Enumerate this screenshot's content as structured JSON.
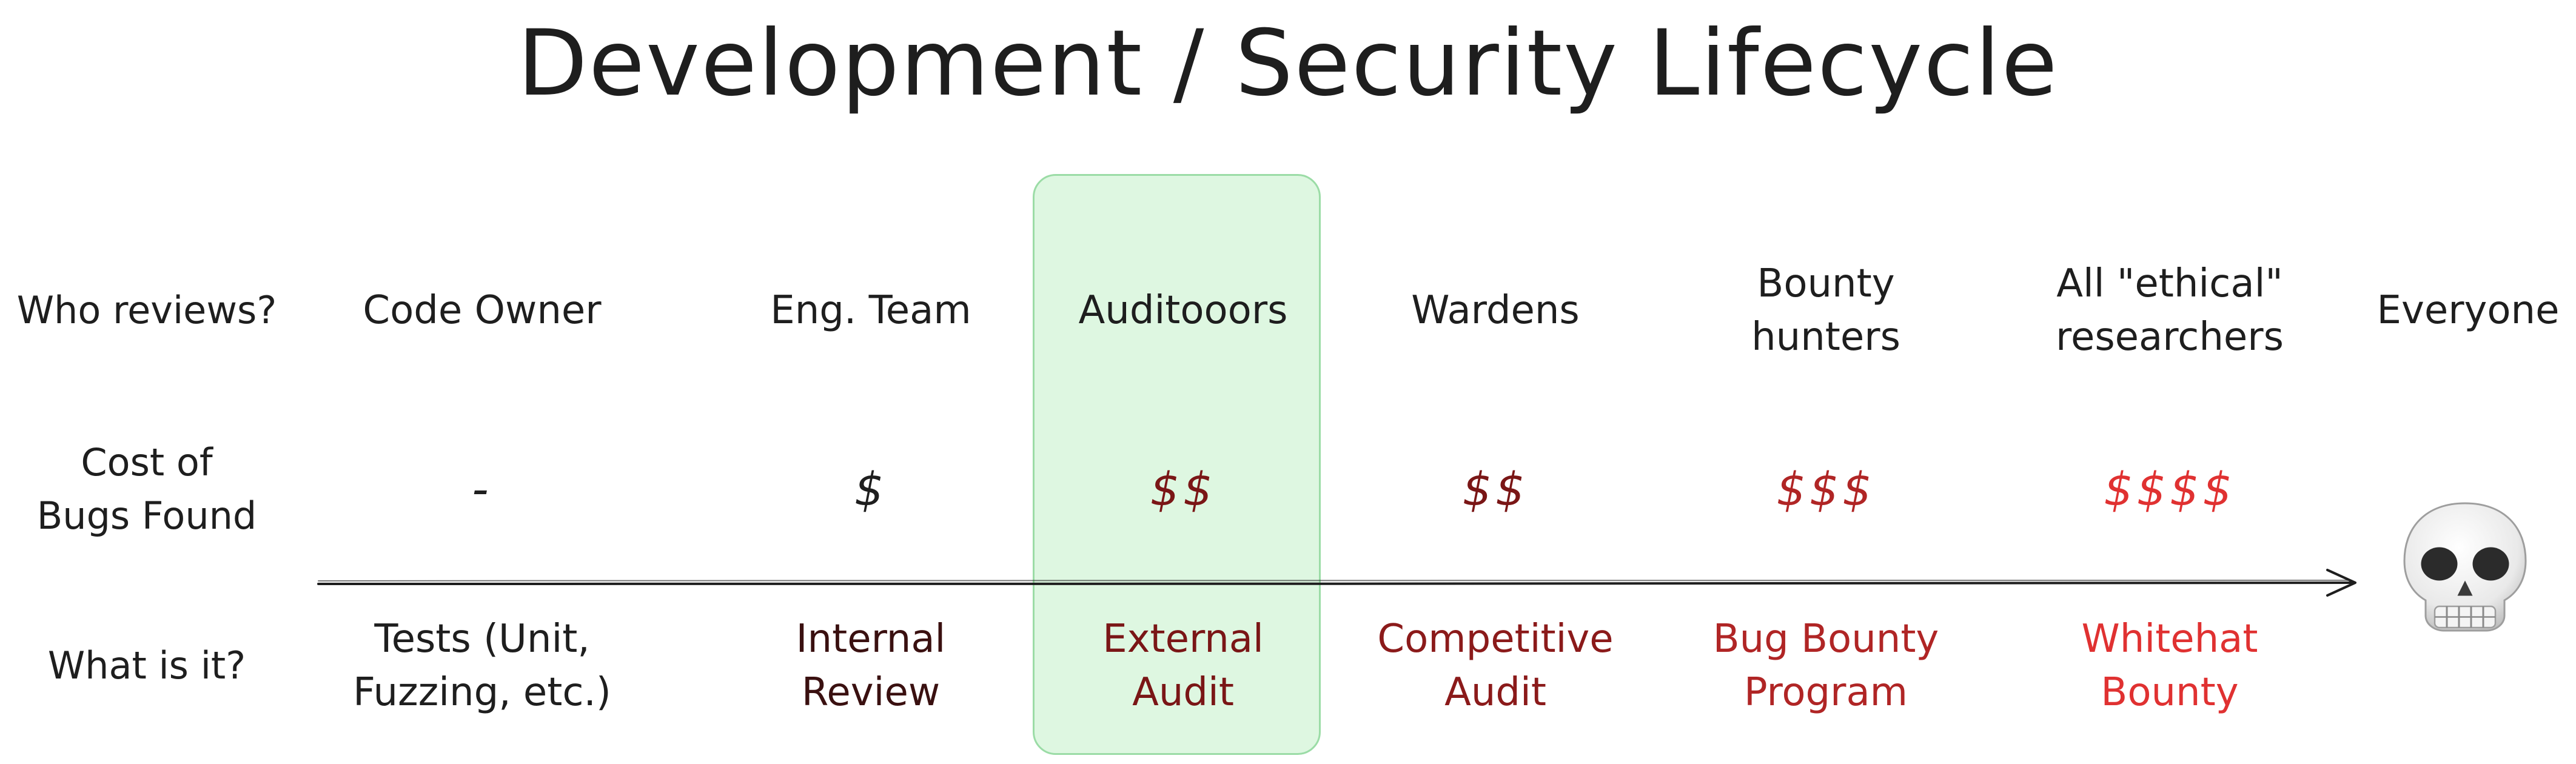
{
  "title": "Development / Security Lifecycle",
  "row_labels": {
    "who_reviews": "Who reviews?",
    "cost_line1": "Cost of",
    "cost_line2": "Bugs Found",
    "what_is_it": "What is it?"
  },
  "stages": [
    {
      "reviewer": [
        "Code Owner"
      ],
      "cost": "-",
      "what": [
        "Tests (Unit,",
        "Fuzzing, etc.)"
      ],
      "text_color": "#1e1e1e"
    },
    {
      "reviewer": [
        "Eng. Team"
      ],
      "cost": "$",
      "what": [
        "Internal",
        "Review"
      ],
      "text_color": "#3a1010"
    },
    {
      "reviewer": [
        "Auditooors"
      ],
      "cost": "$$",
      "what": [
        "External",
        "Audit"
      ],
      "text_color": "#7a1616",
      "highlighted": true
    },
    {
      "reviewer": [
        "Wardens"
      ],
      "cost": "$$",
      "what": [
        "Competitive",
        "Audit"
      ],
      "text_color": "#8b1a1a"
    },
    {
      "reviewer": [
        "Bounty",
        "hunters"
      ],
      "cost": "$$$",
      "what": [
        "Bug Bounty",
        "Program"
      ],
      "text_color": "#b02525"
    },
    {
      "reviewer": [
        "All \"ethical\"",
        "researchers"
      ],
      "cost": "$$$$",
      "what": [
        "Whitehat",
        "Bounty"
      ],
      "text_color": "#e03131"
    },
    {
      "reviewer": [
        "Everyone"
      ],
      "icon": "skull-icon"
    }
  ],
  "colors": {
    "highlight_fill": "#def7e1",
    "highlight_border": "#9bdca6",
    "arrow": "#1e1e1e"
  }
}
